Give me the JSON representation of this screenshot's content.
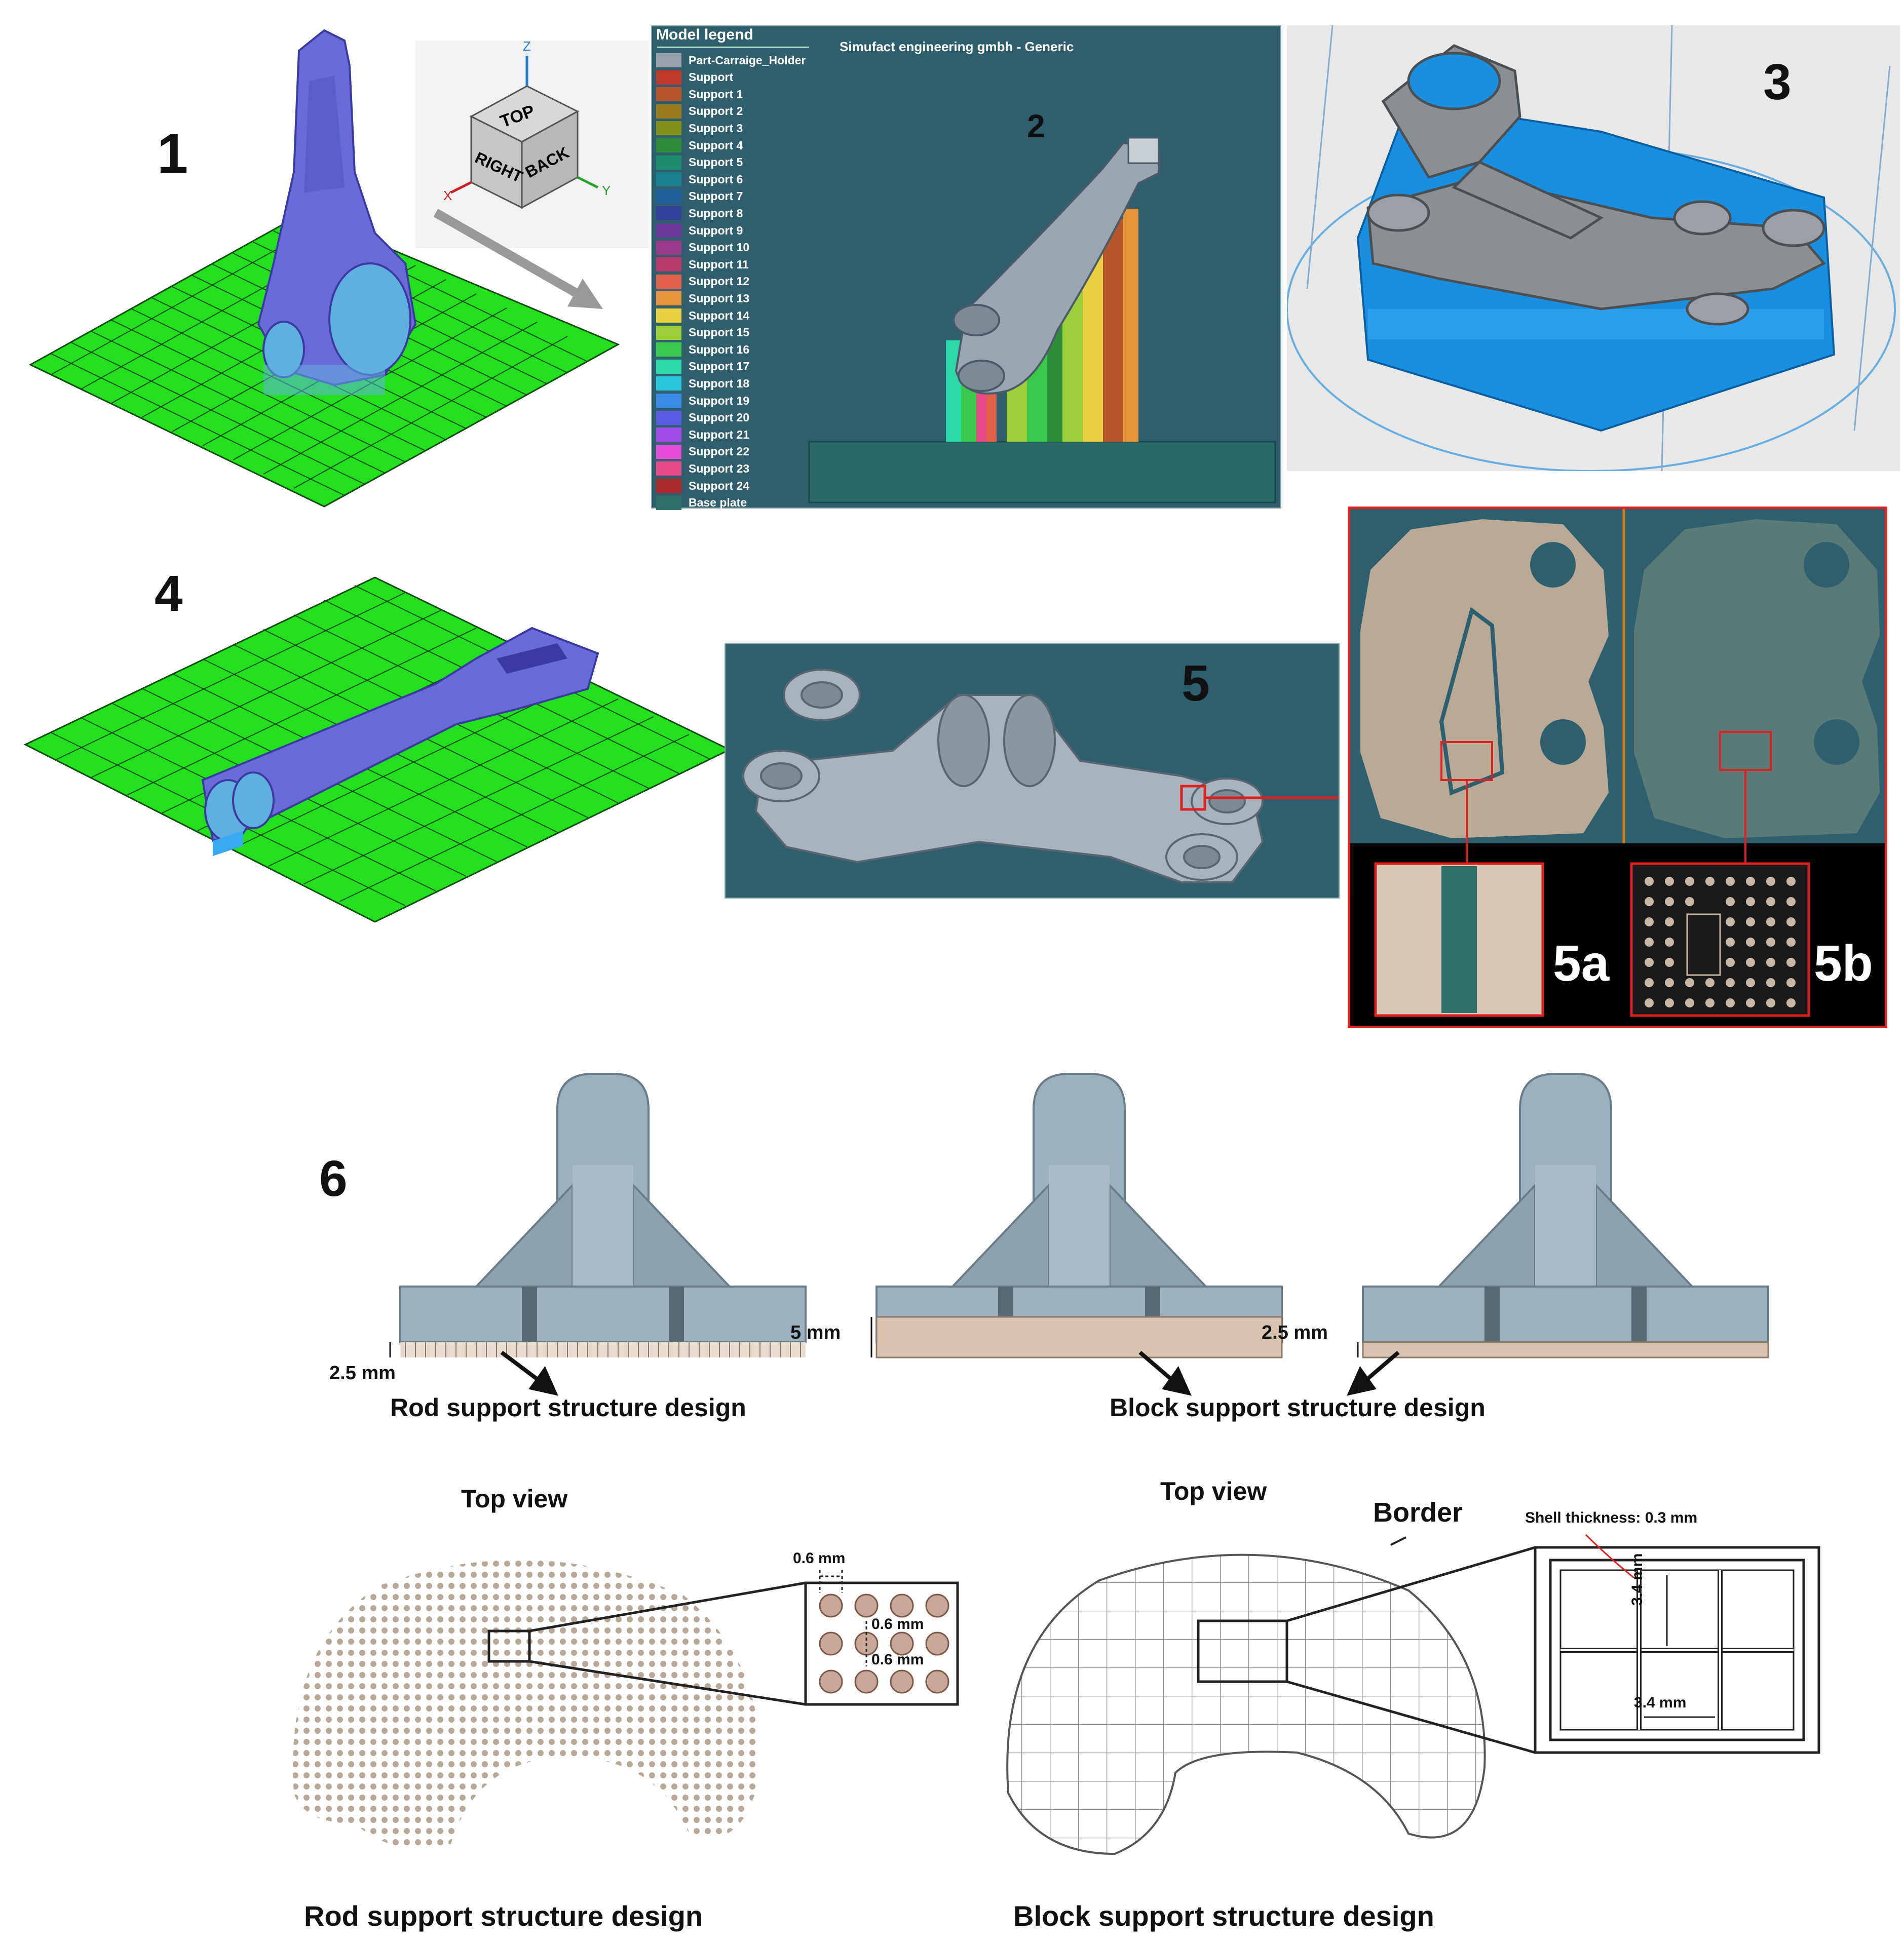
{
  "panel_labels": {
    "p1": "1",
    "p2": "2",
    "p3": "3",
    "p4": "4",
    "p5": "5",
    "p5a": "5a",
    "p5b": "5b",
    "p6": "6"
  },
  "view_cube": {
    "top": "TOP",
    "right": "RIGHT",
    "back": "BACK",
    "axis_x": "X",
    "axis_y": "Y",
    "axis_z": "Z"
  },
  "panel2": {
    "legend_title": "Model legend",
    "header": "Simufact engineering gmbh - Generic",
    "legend": [
      {
        "label": "Part-Carraige_Holder",
        "color": "#9aa3ab"
      },
      {
        "label": "Support",
        "color": "#c0392b"
      },
      {
        "label": "Support 1",
        "color": "#b5562a"
      },
      {
        "label": "Support 2",
        "color": "#9c7a1e"
      },
      {
        "label": "Support 3",
        "color": "#7f8f1a"
      },
      {
        "label": "Support 4",
        "color": "#2e8b3a"
      },
      {
        "label": "Support 5",
        "color": "#1e8b6a"
      },
      {
        "label": "Support 6",
        "color": "#1a7f8b"
      },
      {
        "label": "Support 7",
        "color": "#1f5f9c"
      },
      {
        "label": "Support 8",
        "color": "#35429c"
      },
      {
        "label": "Support 9",
        "color": "#6a3a9c"
      },
      {
        "label": "Support 10",
        "color": "#9c3a8a"
      },
      {
        "label": "Support 11",
        "color": "#b83a6a"
      },
      {
        "label": "Support 12",
        "color": "#e0604a"
      },
      {
        "label": "Support 13",
        "color": "#e6963a"
      },
      {
        "label": "Support 14",
        "color": "#e8d040"
      },
      {
        "label": "Support 15",
        "color": "#9ccf3a"
      },
      {
        "label": "Support 16",
        "color": "#3ac84a"
      },
      {
        "label": "Support 17",
        "color": "#2ad8a8"
      },
      {
        "label": "Support 18",
        "color": "#2ac8e0"
      },
      {
        "label": "Support 19",
        "color": "#3a8ae8"
      },
      {
        "label": "Support 20",
        "color": "#5a5ae8"
      },
      {
        "label": "Support 21",
        "color": "#a04ae8"
      },
      {
        "label": "Support 22",
        "color": "#e84ad8"
      },
      {
        "label": "Support 23",
        "color": "#e84a8a"
      },
      {
        "label": "Support 24",
        "color": "#a82a2a"
      },
      {
        "label": "Base plate",
        "color": "#2f6f6a"
      }
    ]
  },
  "panel6": {
    "dim_rod": "2.5 mm",
    "dim_block": "5 mm",
    "dim_block2": "2.5 mm",
    "caption_rod": "Rod support structure design",
    "caption_block": "Block support structure design"
  },
  "topviews": {
    "top_view_left": "Top view",
    "top_view_right": "Top view",
    "rod_spacing": "0.6 mm",
    "rod_gap1": "0.6 mm",
    "rod_gap2": "0.6 mm",
    "border": "Border",
    "shell": "Shell thickness: 0.3 mm",
    "cell_h": "3.4 mm",
    "cell_w": "3.4 mm",
    "caption_rod": "Rod support structure design",
    "caption_block": "Block support structure design"
  },
  "colors": {
    "build_plate": "#22e01e",
    "part_purple": "#6a6ad8",
    "teal_bg": "#2f5f6c",
    "support_blue": "#1a8fe0",
    "part_gray": "#9aa7b2",
    "callout_red": "#e02020"
  }
}
